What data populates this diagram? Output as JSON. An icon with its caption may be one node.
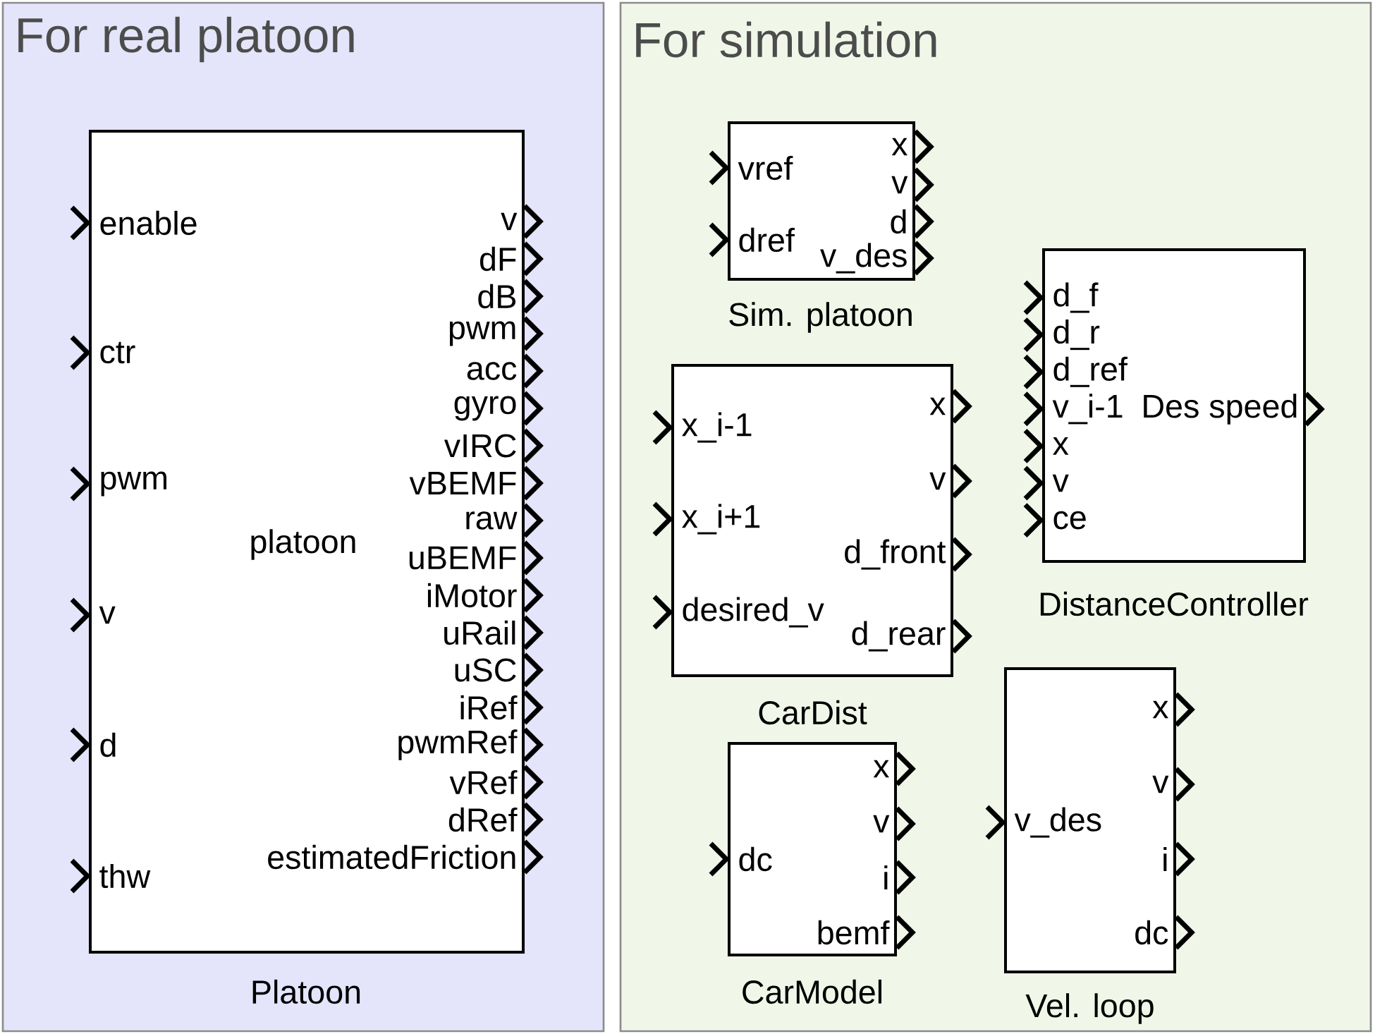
{
  "diagram": {
    "nodes": [
      {
        "text": [
          "For real platoon"
        ]
      },
      {
        "text": [
          "enable",
          "ctr",
          "pwm",
          "v",
          "d",
          "thw",
          "v",
          "dF",
          "dB",
          "pwm",
          "acc",
          "gyro",
          "vIRC",
          "vBEMF",
          "raw",
          "platoon",
          "uBEMF",
          "iMotor",
          "uRail",
          "uSC",
          "iRef",
          "pwmRef",
          "vRef",
          "dRef",
          "estimatedFriction"
        ],
        "beside": [
          "Platoon"
        ],
        "in": 0
      },
      {
        "text": [
          "For simulation"
        ]
      },
      {
        "text": [
          "vref",
          "dref",
          "x",
          "v",
          "d",
          "v_des"
        ],
        "beside": [
          "Sim. platoon"
        ],
        "in": 2
      },
      {
        "text": [
          "d_f",
          "d_r",
          "d_ref",
          "v_i-1",
          "x",
          "v",
          "ce",
          "Des speed"
        ],
        "beside": [
          "DistanceController"
        ],
        "in": 2
      },
      {
        "text": [
          "x_i-1",
          "x_i+1",
          "desired_v",
          "x",
          "v",
          "d_front",
          "d_rear"
        ],
        "beside": [
          "CarDist"
        ],
        "in": 2
      },
      {
        "text": [
          "dc",
          "x",
          "v",
          "i",
          "bemf"
        ],
        "beside": [
          "CarModel"
        ],
        "in": 2
      },
      {
        "text": [
          "v_des",
          "x",
          "v",
          "i",
          "dc"
        ],
        "beside": [
          "Vel. loop"
        ],
        "in": 2
      }
    ]
  }
}
